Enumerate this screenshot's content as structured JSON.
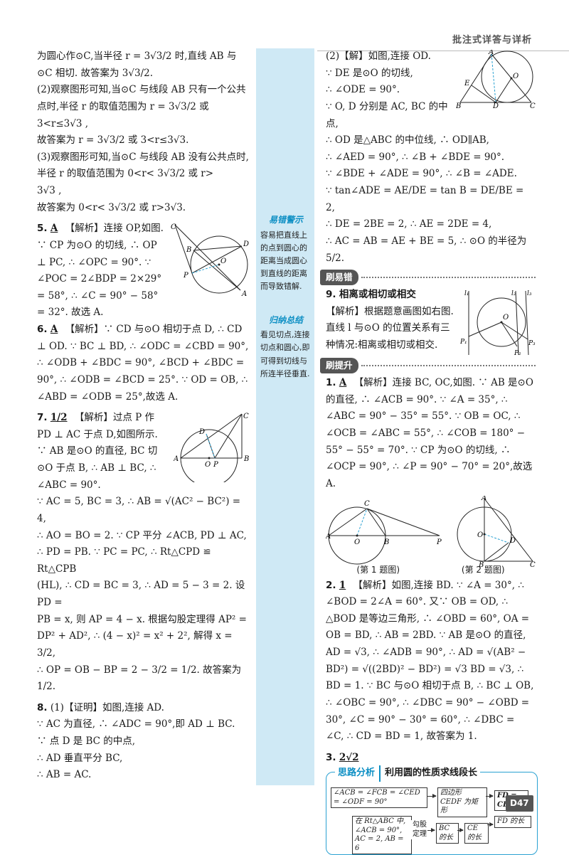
{
  "header": {
    "title": "批注式详答与详析",
    "page_number": "D47"
  },
  "margin_notes": [
    {
      "title": "易错警示",
      "text": "容易把直线上的点到圆心的距离当成圆心到直线的距离而导致错解."
    },
    {
      "title": "归纳总结",
      "text": "看见切点,连接切点和圆心,即可得到切线与所连半径垂直."
    }
  ],
  "left": {
    "l1": "为圆心作⊙C,当半径 r = 3√3/2 时,直线 AB 与",
    "l2": "⊙C 相切. 故答案为 3√3/2.",
    "l3": "(2)观察图形可知,当⊙C 与线段 AB 只有一个公共点时,半径 r 的取值范围为 r = 3√3/2 或",
    "l4": "3<r≤3√3 ,",
    "l5": "故答案为 r = 3√3/2 或 3<r≤3√3.",
    "l6": "(3)观察图形可知,当⊙C 与线段 AB 没有公共点时,半径 r 的取值范围为 0<r< 3√3/2 或 r>",
    "l7": "3√3 ,",
    "l8": "故答案为 0<r< 3√3/2 或 r>3√3.",
    "q5_num": "5.",
    "q5_ans": "A",
    "q5_text": "【解析】连接 OP,如图. ∵ CP 为⊙O 的切线, ∴ OP ⊥ PC, ∴ ∠OPC = 90°. ∵ ∠POC = 2∠BDP = 2×29° = 58°, ∴ ∠C = 90° − 58° = 32°. 故选 A.",
    "q6_num": "6.",
    "q6_ans": "A",
    "q6_text": "【解析】∵ CD 与⊙O 相切于点 D, ∴ CD ⊥ OD. ∵ BC ⊥ BD, ∴ ∠ODC = ∠CBD = 90°, ∴ ∠ODB + ∠BDC = 90°, ∠BCD + ∠BDC = 90°, ∴ ∠ODB = ∠BCD = 25°. ∵ OD = OB, ∴ ∠ABD = ∠ODB = 25°,故选 A.",
    "q7_num": "7.",
    "q7_ans": "1/2",
    "q7_text": "【解析】过点 P 作 PD ⊥ AC 于点 D,如图所示. ∵ AB 是⊙O 的直径, BC 切⊙O 于点 B, ∴ AB ⊥ BC, ∴ ∠ABC = 90°.",
    "q7_l2": "∵ AC = 5, BC = 3, ∴ AB = √(AC² − BC²) = 4,",
    "q7_l3": "∴ AO = BO = 2. ∵ CP 平分 ∠ACB, PD ⊥ AC,",
    "q7_l4": "∴ PD = PB. ∵ PC = PC, ∴ Rt△CPD ≌ Rt△CPB",
    "q7_l5": "(HL), ∴ CD = BC = 3, ∴ AD = 5 − 3 = 2. 设 PD =",
    "q7_l6": "PB = x, 则 AP = 4 − x. 根据勾股定理得 AP² =",
    "q7_l7": "DP² + AD², ∴ (4 − x)² = x² + 2², 解得 x = 3/2,",
    "q7_l8": "∴ OP = OB − BP = 2 − 3/2 = 1/2. 故答案为 1/2.",
    "q8_num": "8.",
    "q8_l1": "(1)【证明】如图,连接 AD.",
    "q8_l2": "∵ AC 为直径, ∴ ∠ADC = 90°,即 AD ⊥ BC.",
    "q8_l3": "∵ 点 D 是 BC 的中点,",
    "q8_l4": "∴ AD 垂直平分 BC,",
    "q8_l5": "∴ AB = AC."
  },
  "right": {
    "r1": "(2)【解】如图,连接 OD.",
    "r2": "∵ DE 是⊙O 的切线,",
    "r3": "∴ ∠ODE = 90°.",
    "r4": "∵ O, D 分别是 AC, BC 的中点,",
    "r5": "∴ OD 是△ABC 的中位线, ∴ OD∥AB,",
    "r6": "∴ ∠AED = 90°, ∴ ∠B + ∠BDE = 90°.",
    "r7": "∵ ∠BDE + ∠ADE = 90°, ∴ ∠B = ∠ADE.",
    "r8": "∵ tan∠ADE = AE/DE = tan B = DE/BE = 2,",
    "r9": "∴ DE = 2BE = 2, ∴ AE = 2DE = 4,",
    "r10": "∴ AC = AB = AE + BE = 5, ∴ ⊙O 的半径为 5/2.",
    "band1": "刷易错",
    "q9_num": "9.",
    "q9_title": "相离或相切或相交",
    "q9_text": "【解析】根据题意画图如右图. 直线 l 与⊙O 的位置关系有三种情况:相离或相切或相交.",
    "band2": "刷提升",
    "p1_num": "1.",
    "p1_ans": "A",
    "p1_text": "【解析】连接 BC, OC,如图. ∵ AB 是⊙O 的直径, ∴ ∠ACB = 90°. ∵ ∠A = 35°, ∴ ∠ABC = 90° − 35° = 55°. ∵ OB = OC, ∴ ∠OCB = ∠ABC = 55°, ∴ ∠COB = 180° − 55° − 55° = 70°. ∵ CP 为⊙O 的切线, ∴ ∠OCP = 90°, ∴ ∠P = 90° − 70° = 20°,故选 A.",
    "cap1": "(第 1 题图)",
    "cap2": "(第 2 题图)",
    "p2_num": "2.",
    "p2_ans": "1",
    "p2_text": "【解析】如图,连接 BD. ∵ ∠A = 30°, ∴ ∠BOD = 2∠A = 60°. 又∵ OB = OD, ∴ △BOD 是等边三角形, ∴ ∠OBD = 60°, OA = OB = BD, ∴ AB = 2BD. ∵ AB 是⊙O 的直径, AD = √3, ∴ ∠ADB = 90°, ∴ AD = √(AB² − BD²) = √((2BD)² − BD²) = √3 BD = √3, ∴ BD = 1. ∵ BC 与⊙O 相切于点 B, ∴ BC ⊥ OB, ∴ ∠OBC = 90°, ∴ ∠DBC = 90° − ∠OBD = 30°, ∠C = 90° − 30° = 60°, ∴ ∠DBC = ∠C, ∴ CD = BD = 1, 故答案为 1.",
    "p3_num": "3.",
    "p3_ans": "2√2",
    "think_title": "思路分析",
    "think_sub": "利用圆的性质求线段长",
    "flow": {
      "b1": "∠ACB = ∠FCB = ∠CED = ∠ODF = 90°",
      "b2": "四边形 CEDF 为矩形",
      "b3": "FD = CE",
      "b4": "在 Rt△ABC 中, ∠ACB = 90°, AC = 2, AB = 6",
      "b5": "勾股定理",
      "b6": "BC 的长",
      "b7": "CE 的长",
      "b8": "FD 的长"
    }
  },
  "colors": {
    "accent": "#0d8fc4",
    "sidebar": "#cfe9f5",
    "band": "#555555"
  }
}
